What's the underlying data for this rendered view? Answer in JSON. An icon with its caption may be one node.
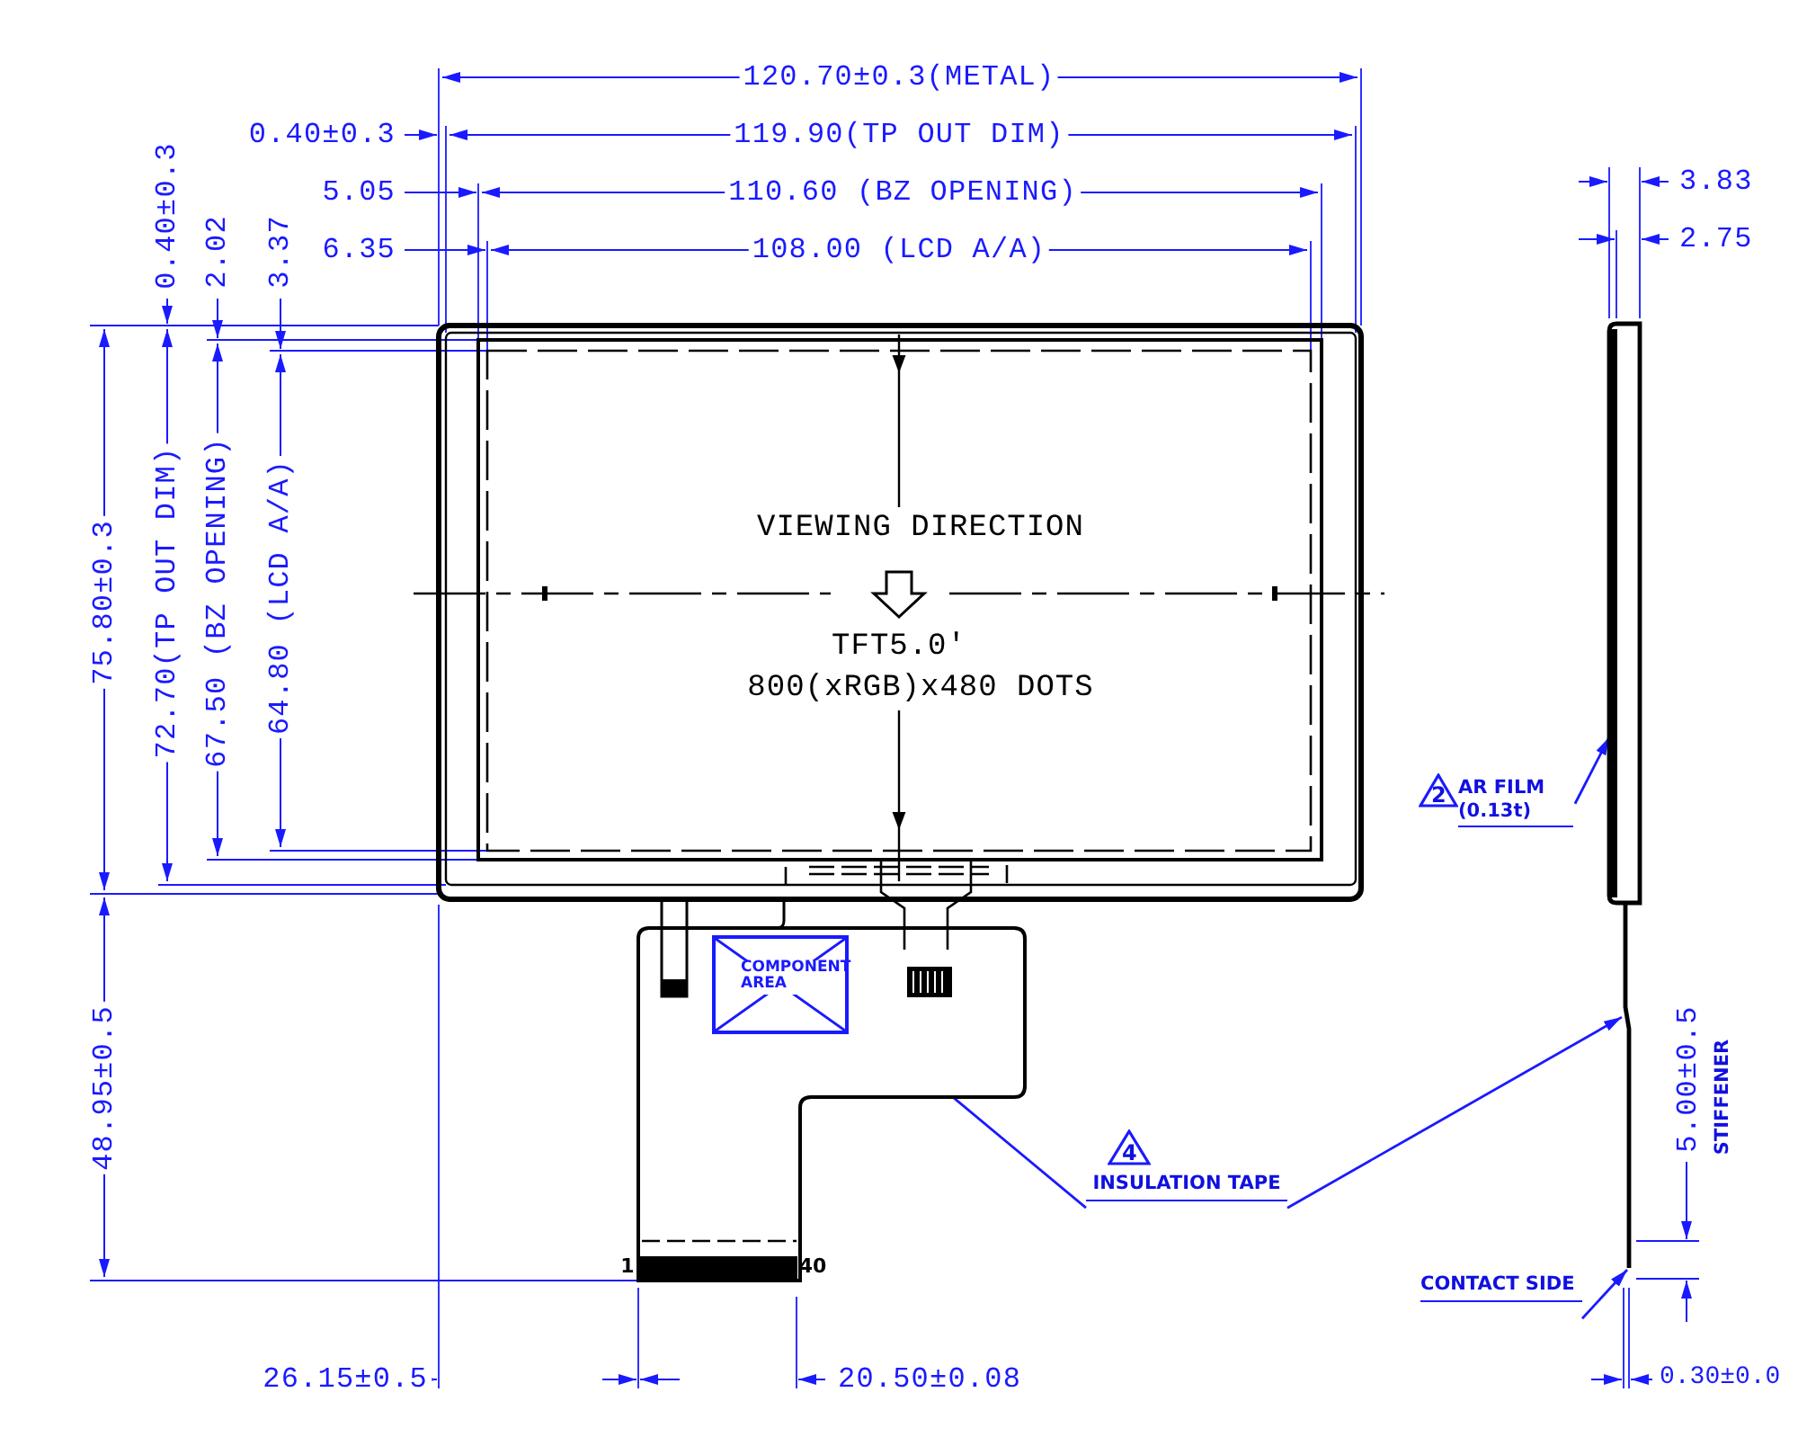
{
  "diagram": {
    "nodes": [
      {
        "text": [
          "COMPONENT AREA"
        ],
        "in": 5
      },
      {
        "text": [
          "2",
          "AR FILM (0.13t)"
        ]
      },
      {
        "text": [
          "4",
          "INSULATION TAPE"
        ]
      },
      {
        "text": [
          "CONTACT SIDE"
        ]
      },
      {
        "text": [],
        "shape": "bar"
      },
      {
        "text": [],
        "shape": "box"
      },
      {
        "text": [],
        "shape": "bar"
      }
    ],
    "edges": [
      {
        "from": 1,
        "to": 4,
        "arrow": "to"
      },
      {
        "from": 2,
        "to": 5,
        "arrow": "none"
      },
      {
        "from": 2,
        "to": 6,
        "arrow": "to"
      },
      {
        "from": 3,
        "to": 6,
        "arrow": "to"
      }
    ],
    "labels": [
      "120.70±0.3(METAL)",
      "0.40±0.3",
      "119.90(TP OUT DIM)",
      "5.05",
      "110.60 (BZ OPENING)",
      "6.35",
      "108.00 (LCD A/A)",
      "3.83",
      "2.75",
      "0.40±0.3",
      "2.02",
      "3.37",
      "75.80±0.3",
      "72.70(TP OUT DIM)",
      "67.50 (BZ OPENING)",
      "64.80 (LCD A/A)",
      "VIEWING DIRECTION",
      "TFT5.0′",
      "800(xRGB)x480 DOTS",
      "48.95±0.5",
      "1",
      "40",
      "5.00±0.5",
      "STIFFENER",
      "26.15±0.5",
      "20.50±0.08",
      "0.30±0.0"
    ]
  }
}
